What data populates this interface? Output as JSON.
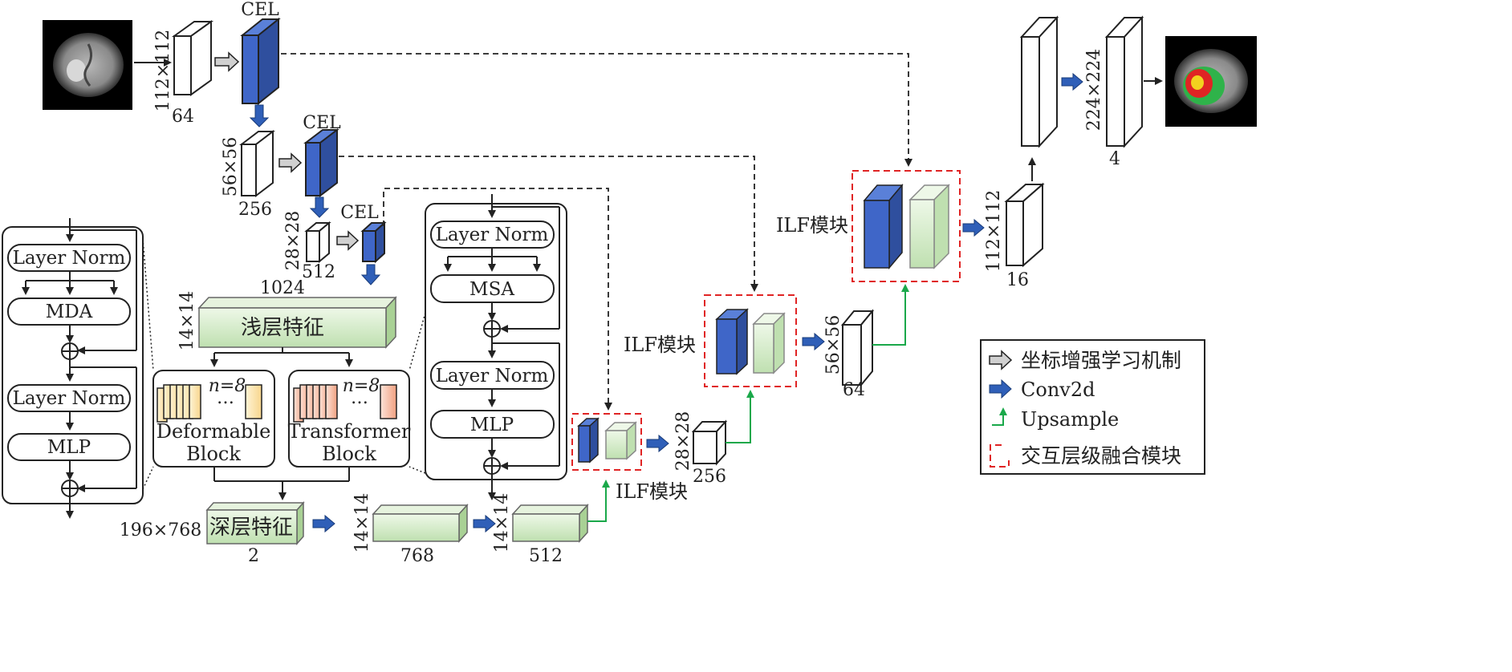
{
  "top_path": {
    "cel_label_1": "CEL",
    "cel_label_2": "CEL",
    "cel_label_3": "CEL",
    "dim_112": "112×112",
    "ch_64": "64",
    "dim_56": "56×56",
    "ch_256": "256",
    "dim_28": "28×28",
    "ch_512": "512",
    "ch_1024": "1024"
  },
  "shallow_feature": {
    "dim": "14×14",
    "label": "浅层特征"
  },
  "blocks": {
    "deformable": {
      "line1": "Deformable",
      "line2": "Block",
      "n": "n=8",
      "dots": "…"
    },
    "transformer": {
      "line1": "Transformer",
      "line2": "Block",
      "n": "n=8",
      "dots": "…"
    }
  },
  "mda_panel": {
    "ln1": "Layer Norm",
    "mda": "MDA",
    "ln2": "Layer Norm",
    "mlp": "MLP",
    "plus": "⊕"
  },
  "msa_panel": {
    "ln1": "Layer Norm",
    "msa": "MSA",
    "ln2": "Layer Norm",
    "mlp": "MLP",
    "plus": "⊕"
  },
  "deep_path": {
    "dim_196": "196×768",
    "deep_label": "深层特征",
    "ch_2": "2",
    "dim_14a": "14×14",
    "ch_768": "768",
    "dim_14b": "14×14",
    "ch_512": "512"
  },
  "decoder": {
    "ilf_1": "ILF模块",
    "ilf_2": "ILF模块",
    "ilf_3": "ILF模块",
    "dim_28": "28×28",
    "ch_256": "256",
    "dim_56": "56×56",
    "ch_64": "64",
    "dim_112": "112×112",
    "ch_16": "16",
    "dim_224": "224×224",
    "ch_4": "4"
  },
  "legend": {
    "coord": "坐标增强学习机制",
    "conv": "Conv2d",
    "upsample": "Upsample",
    "ilf": "交互层级融合模块"
  },
  "colors": {
    "blue": "#3f66c8",
    "green_light": "#dcefd3",
    "green_line": "#1aa84a",
    "red_dash": "#e02424",
    "arrow_blue": "#2f5fb8"
  }
}
